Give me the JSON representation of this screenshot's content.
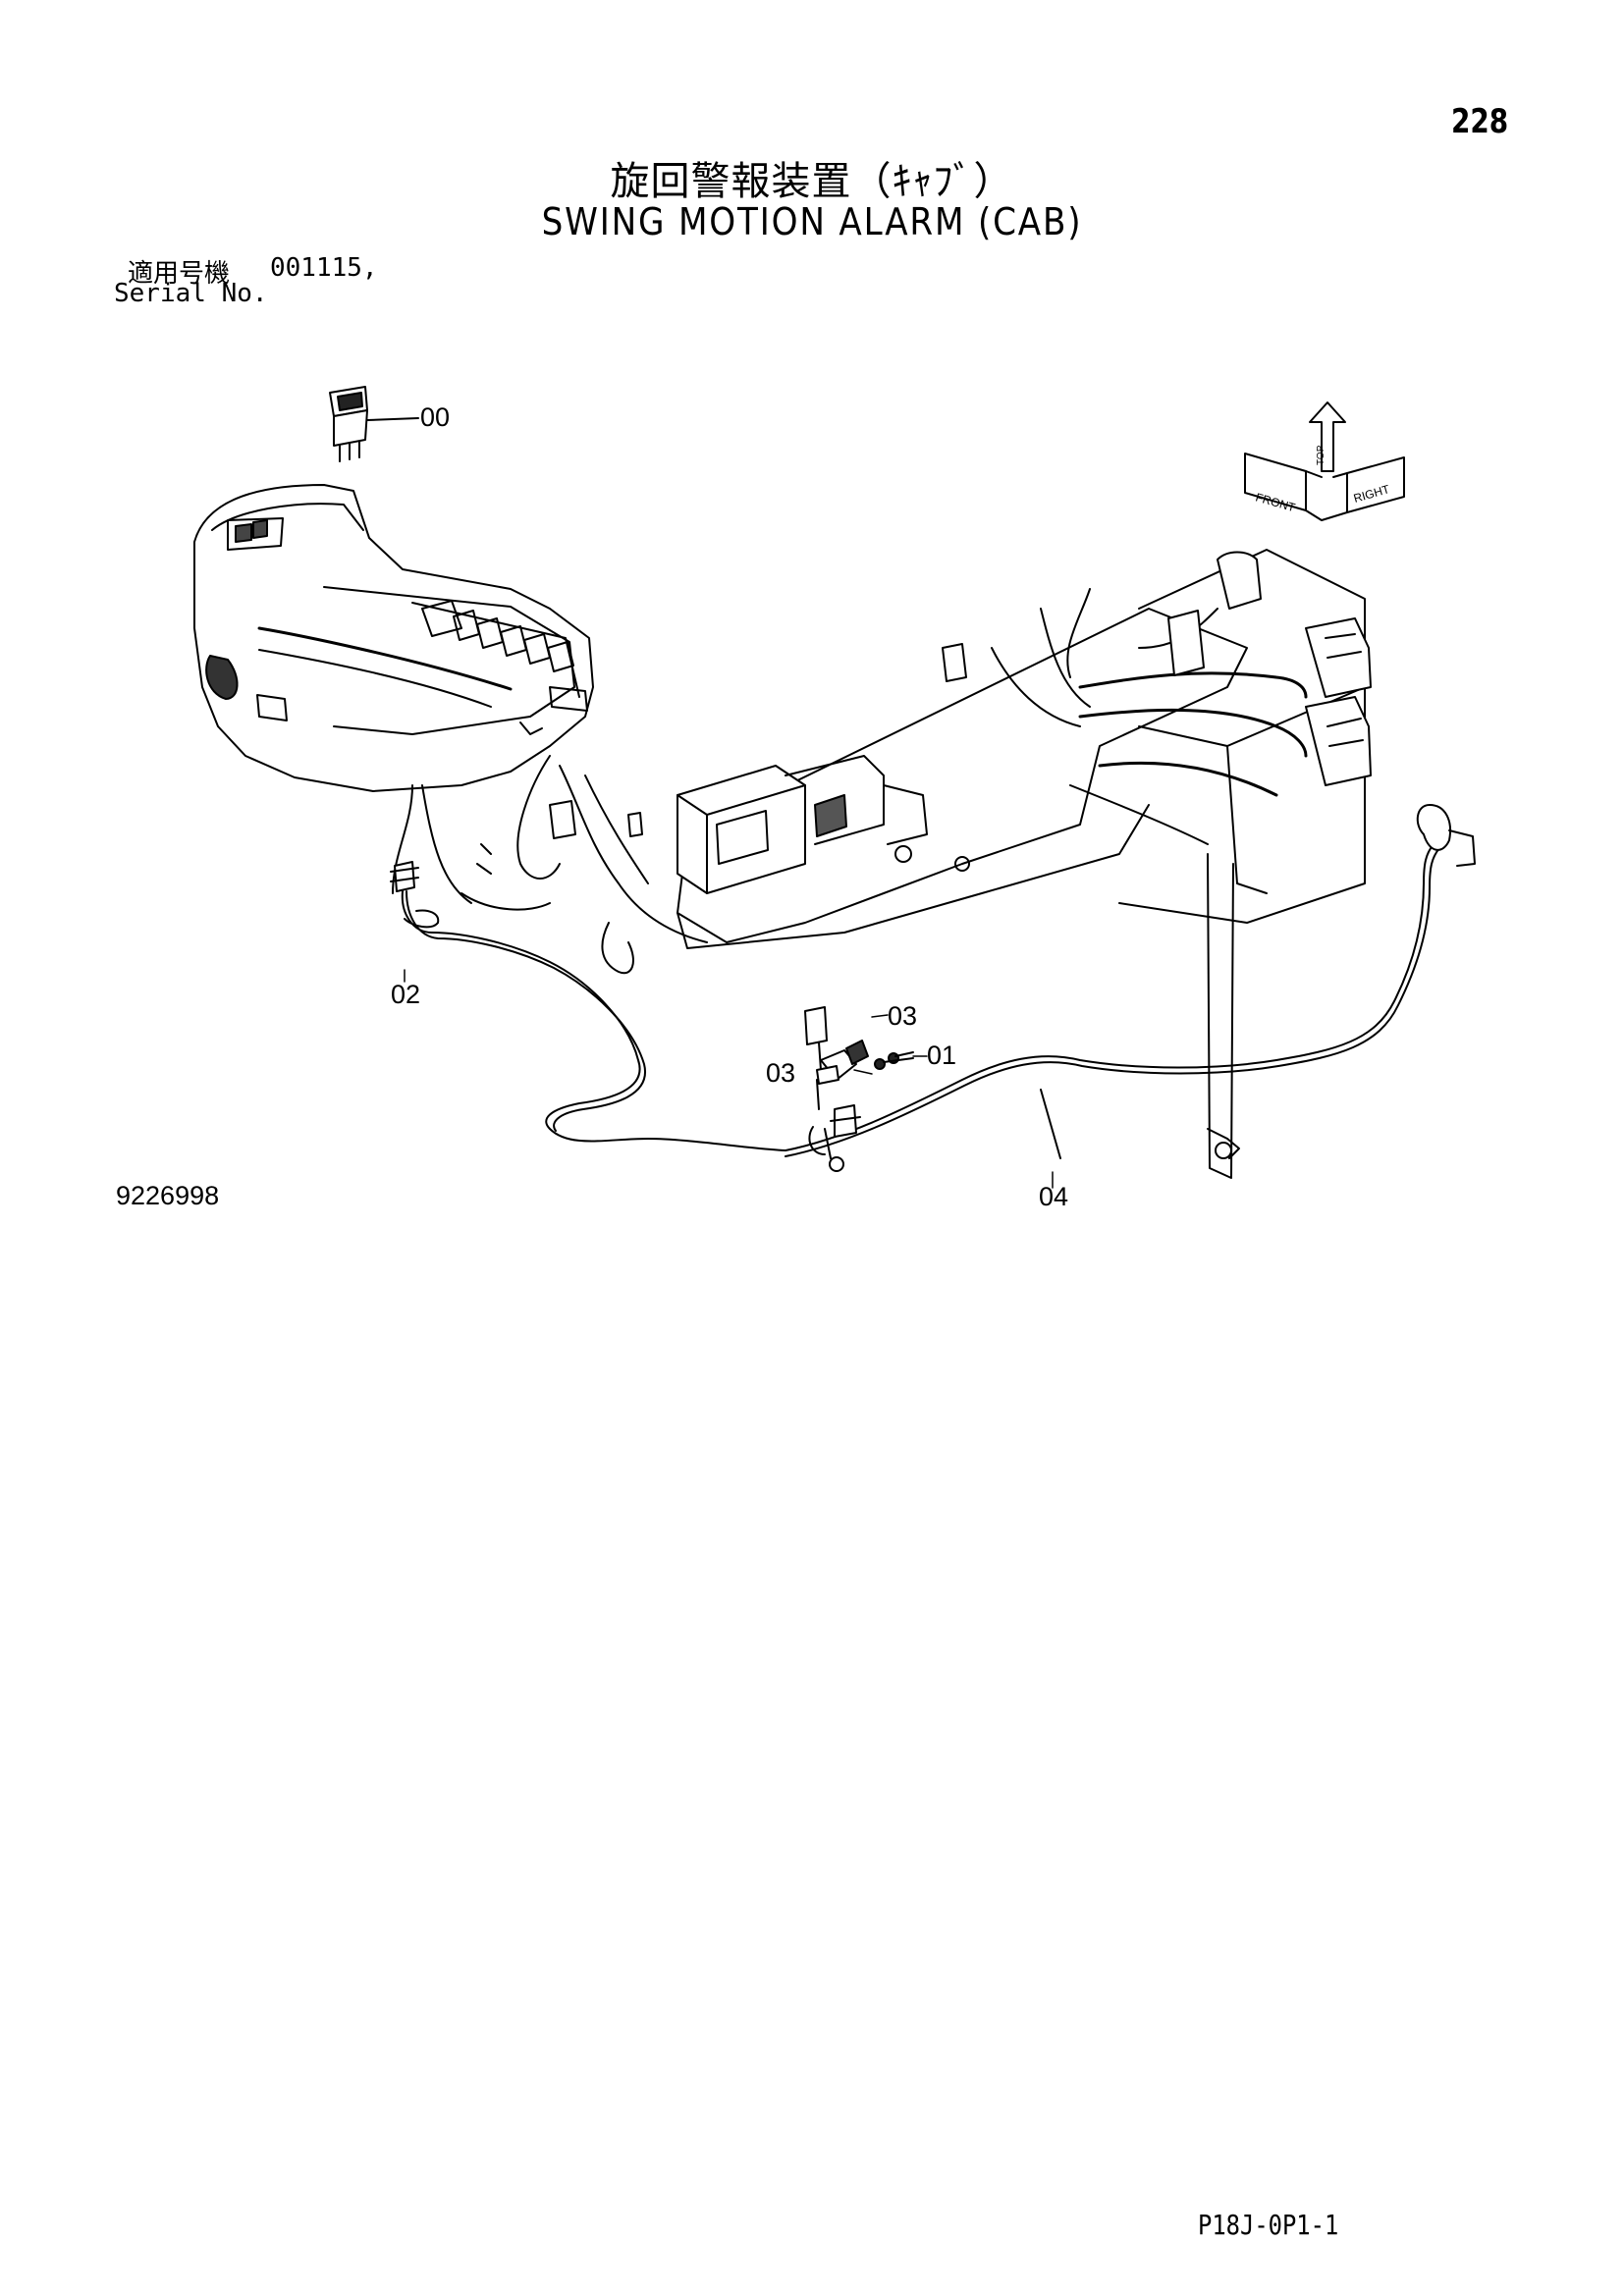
{
  "header": {
    "page_number": "228",
    "title_ja": "旋回警報装置（ｷｬﾌﾞ）",
    "title_en": "SWING MOTION ALARM (CAB)"
  },
  "serial": {
    "label_ja": "適用号機",
    "label_en": "Serial No.",
    "value": "001115,"
  },
  "diagram": {
    "callouts": [
      "00",
      "01",
      "02",
      "03",
      "03",
      "04"
    ],
    "orientation_labels": [
      "FRONT",
      "RIGHT",
      "TOP"
    ],
    "drawing_number": "9226998"
  },
  "footer": {
    "code": "P18J-0P1-1"
  }
}
